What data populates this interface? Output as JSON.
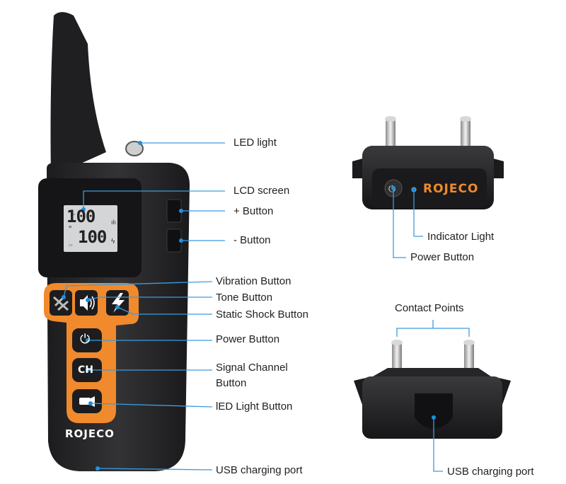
{
  "remote": {
    "brand": "ROJECO",
    "lcd": {
      "row1": "100",
      "row2": "100"
    },
    "buttons": {
      "power_glyph": "⏻",
      "channel": "CH"
    }
  },
  "collar": {
    "brand": "ROJECO"
  },
  "labels": {
    "led_light": "LED light",
    "lcd_screen": "LCD screen",
    "plus_button": "+ Button",
    "minus_button": "- Button",
    "vibration_button": "Vibration Button",
    "tone_button": "Tone Button",
    "static_shock_button": "Static Shock Button",
    "power_button": "Power Button",
    "signal_channel_line1": "Signal Channel",
    "signal_channel_line2": "Button",
    "led_light_button": "lED Light Button",
    "usb_charging_port": "USB charging port",
    "indicator_light": "Indicator Light",
    "collar_power_button": "Power Button",
    "contact_points": "Contact Points",
    "collar_usb_charging_port": "USB charging port"
  },
  "colors": {
    "accent_orange": "#f08a2c",
    "leader_line": "#3d9be0",
    "device_body": "#2a2a2c"
  }
}
